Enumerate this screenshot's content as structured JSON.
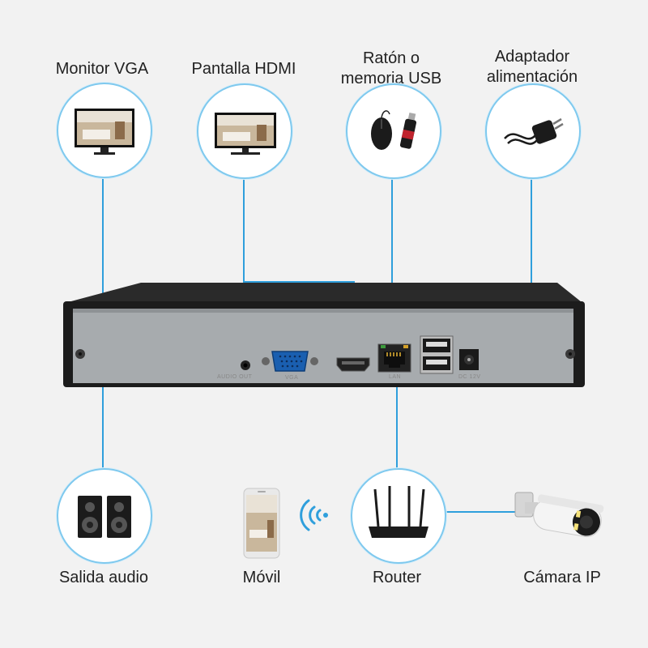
{
  "labels": {
    "vga": "Monitor VGA",
    "hdmi": "Pantalla HDMI",
    "usb_line1": "Ratón o",
    "usb_line2": "memoria USB",
    "power_line1": "Adaptador",
    "power_line2": "alimentación",
    "audio": "Salida audio",
    "mobile": "Móvil",
    "router": "Router",
    "camera": "Cámara IP"
  },
  "device_port_labels": {
    "audio_out": "AUDIO OUT",
    "vga": "VGA",
    "lan": "LAN",
    "dc": "DC 12V"
  },
  "colors": {
    "wire": "#2f9fdc",
    "circle_border": "#7fc9ee",
    "device_body": "#1e1e1e",
    "device_panel": "#a9adb0",
    "background": "#f2f2f2"
  },
  "icons": [
    "vga-monitor-icon",
    "hdmi-monitor-icon",
    "mouse-icon",
    "usb-stick-icon",
    "power-adapter-icon",
    "speakers-icon",
    "smartphone-icon",
    "wifi-icon",
    "router-icon",
    "ip-camera-icon"
  ]
}
